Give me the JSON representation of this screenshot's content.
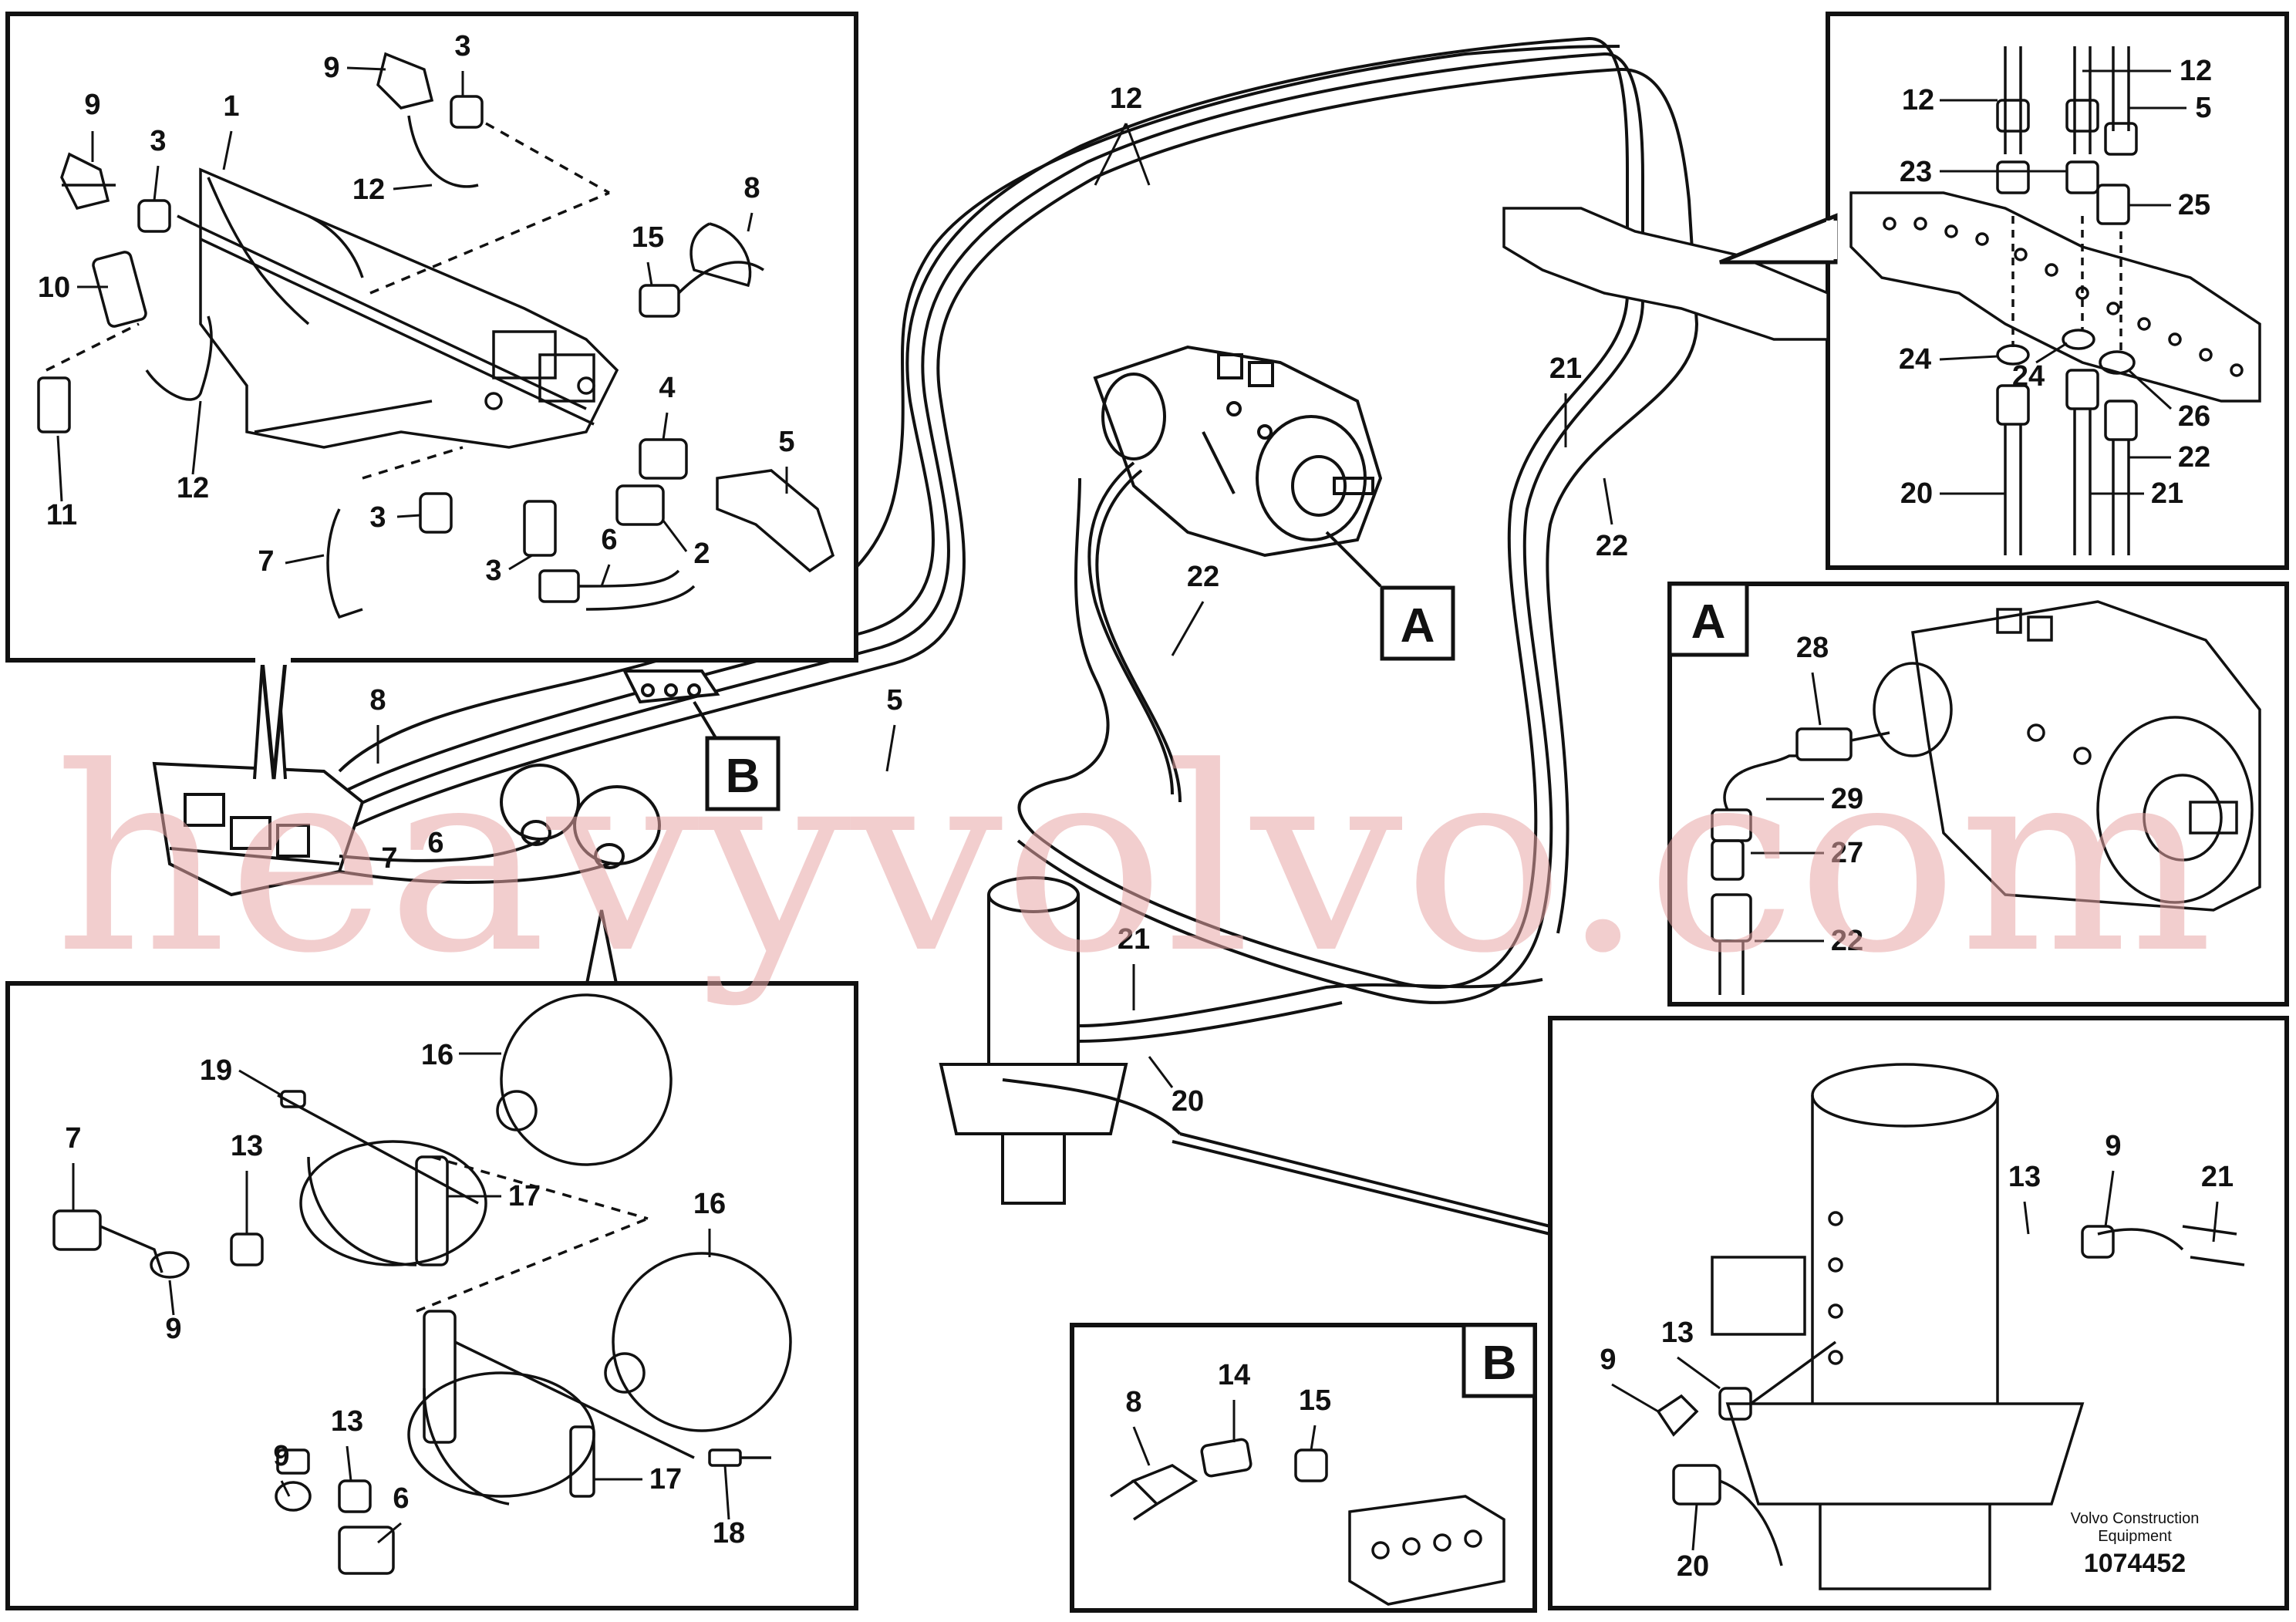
{
  "diagram": {
    "callouts": {
      "main": {
        "c12": "12",
        "c5": "5",
        "c22": "22",
        "c21a": "21",
        "c21b": "21",
        "c20": "20",
        "c8": "8",
        "c7": "7",
        "c6": "6",
        "c22b": "22"
      },
      "topLeft": {
        "c1": "1",
        "c2": "2",
        "c3a": "3",
        "c3b": "3",
        "c3c": "3",
        "c3d": "3",
        "c4": "4",
        "c5": "5",
        "c6": "6",
        "c7": "7",
        "c8": "8",
        "c9a": "9",
        "c9b": "9",
        "c10": "10",
        "c11": "11",
        "c12a": "12",
        "c12b": "12",
        "c15": "15"
      },
      "topRight": {
        "c12a": "12",
        "c12b": "12",
        "c5": "5",
        "c23": "23",
        "c25": "25",
        "c24a": "24",
        "c24b": "24",
        "c26": "26",
        "c22": "22",
        "c20": "20",
        "c21": "21"
      },
      "detailA": {
        "c28": "28",
        "c29": "29",
        "c27": "27",
        "c22": "22"
      },
      "bottomLeft": {
        "c19": "19",
        "c16a": "16",
        "c16b": "16",
        "c7": "7",
        "c13a": "13",
        "c13b": "13",
        "c17a": "17",
        "c17b": "17",
        "c9a": "9",
        "c9b": "9",
        "c6": "6",
        "c18": "18"
      },
      "detailB": {
        "c8": "8",
        "c14": "14",
        "c15": "15"
      },
      "bottomRight": {
        "c13a": "13",
        "c13b": "13",
        "c9a": "9",
        "c9b": "9",
        "c21": "21",
        "c20": "20"
      }
    },
    "letters": {
      "A": "A",
      "B": "B",
      "A_panel": "A",
      "B_panel": "B"
    },
    "watermark": "heavyvolvo.com",
    "footer": {
      "company_line1": "Volvo Construction",
      "company_line2": "Equipment",
      "drawing_number": "1074452"
    }
  }
}
